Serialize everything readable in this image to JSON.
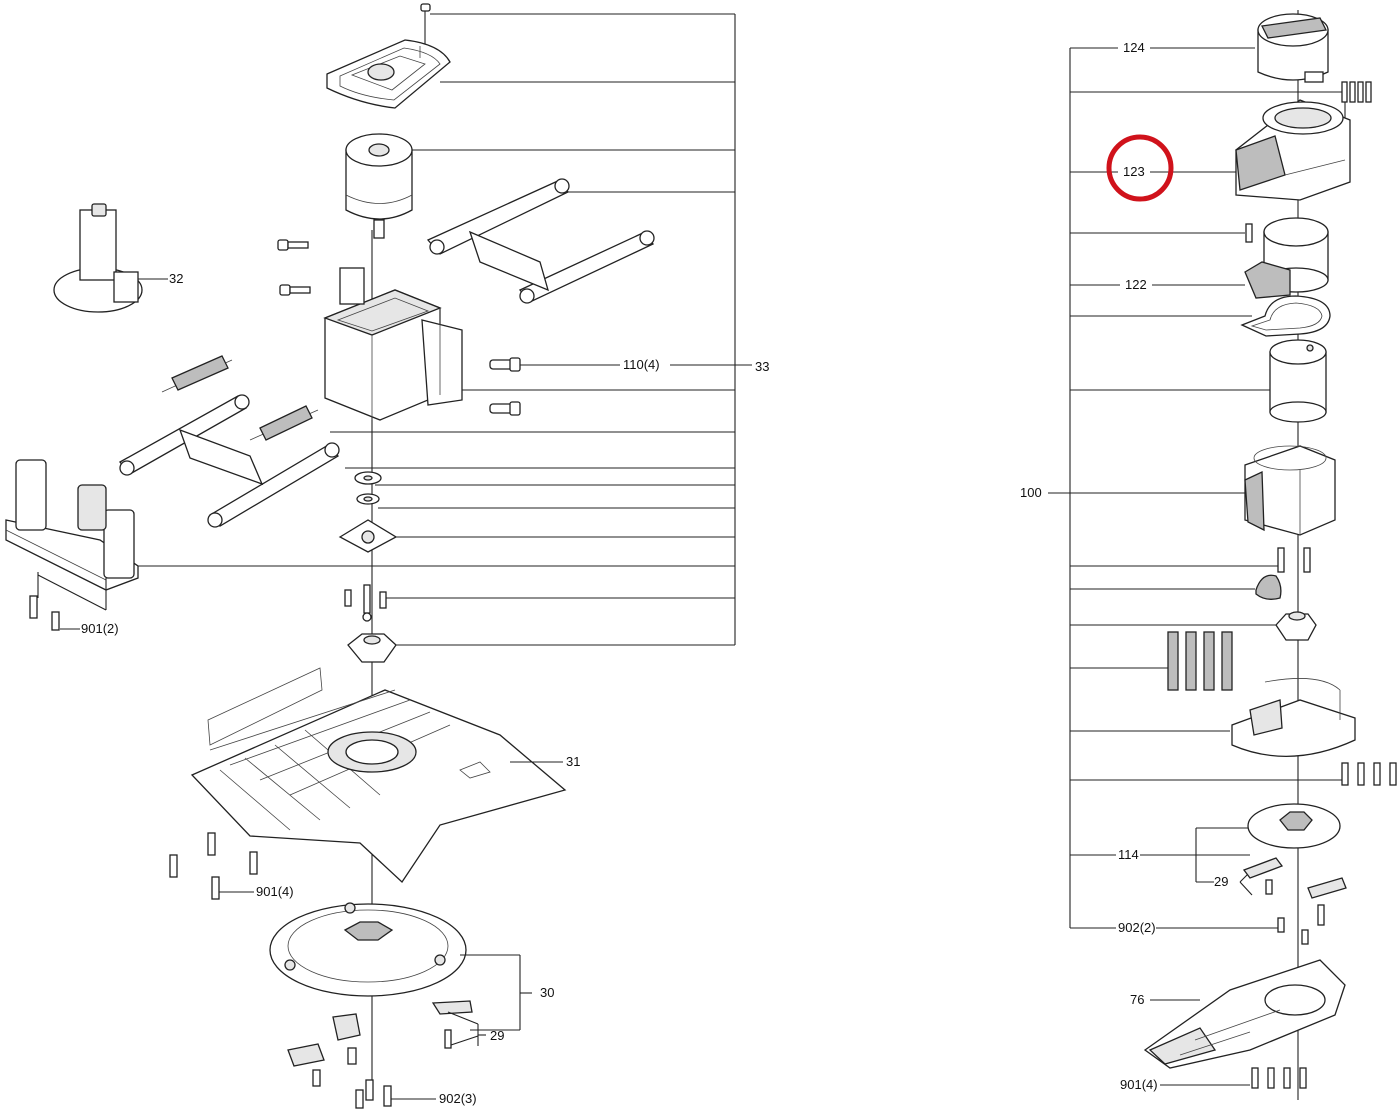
{
  "diagram": {
    "left_assembly": {
      "labels": {
        "p32": "32",
        "p110": "110(4)",
        "p33": "33",
        "p901a": "901(2)",
        "p31": "31",
        "p901b": "901(4)",
        "p30": "30",
        "p29": "29",
        "p902": "902(3)"
      }
    },
    "right_assembly": {
      "labels": {
        "p124": "124",
        "p123": "123",
        "p122": "122",
        "p100": "100",
        "p114": "114",
        "p29": "29",
        "p902": "902(2)",
        "p76": "76",
        "p901": "901(4)"
      },
      "highlight": {
        "target": "123",
        "color": "#d0121b"
      }
    }
  }
}
